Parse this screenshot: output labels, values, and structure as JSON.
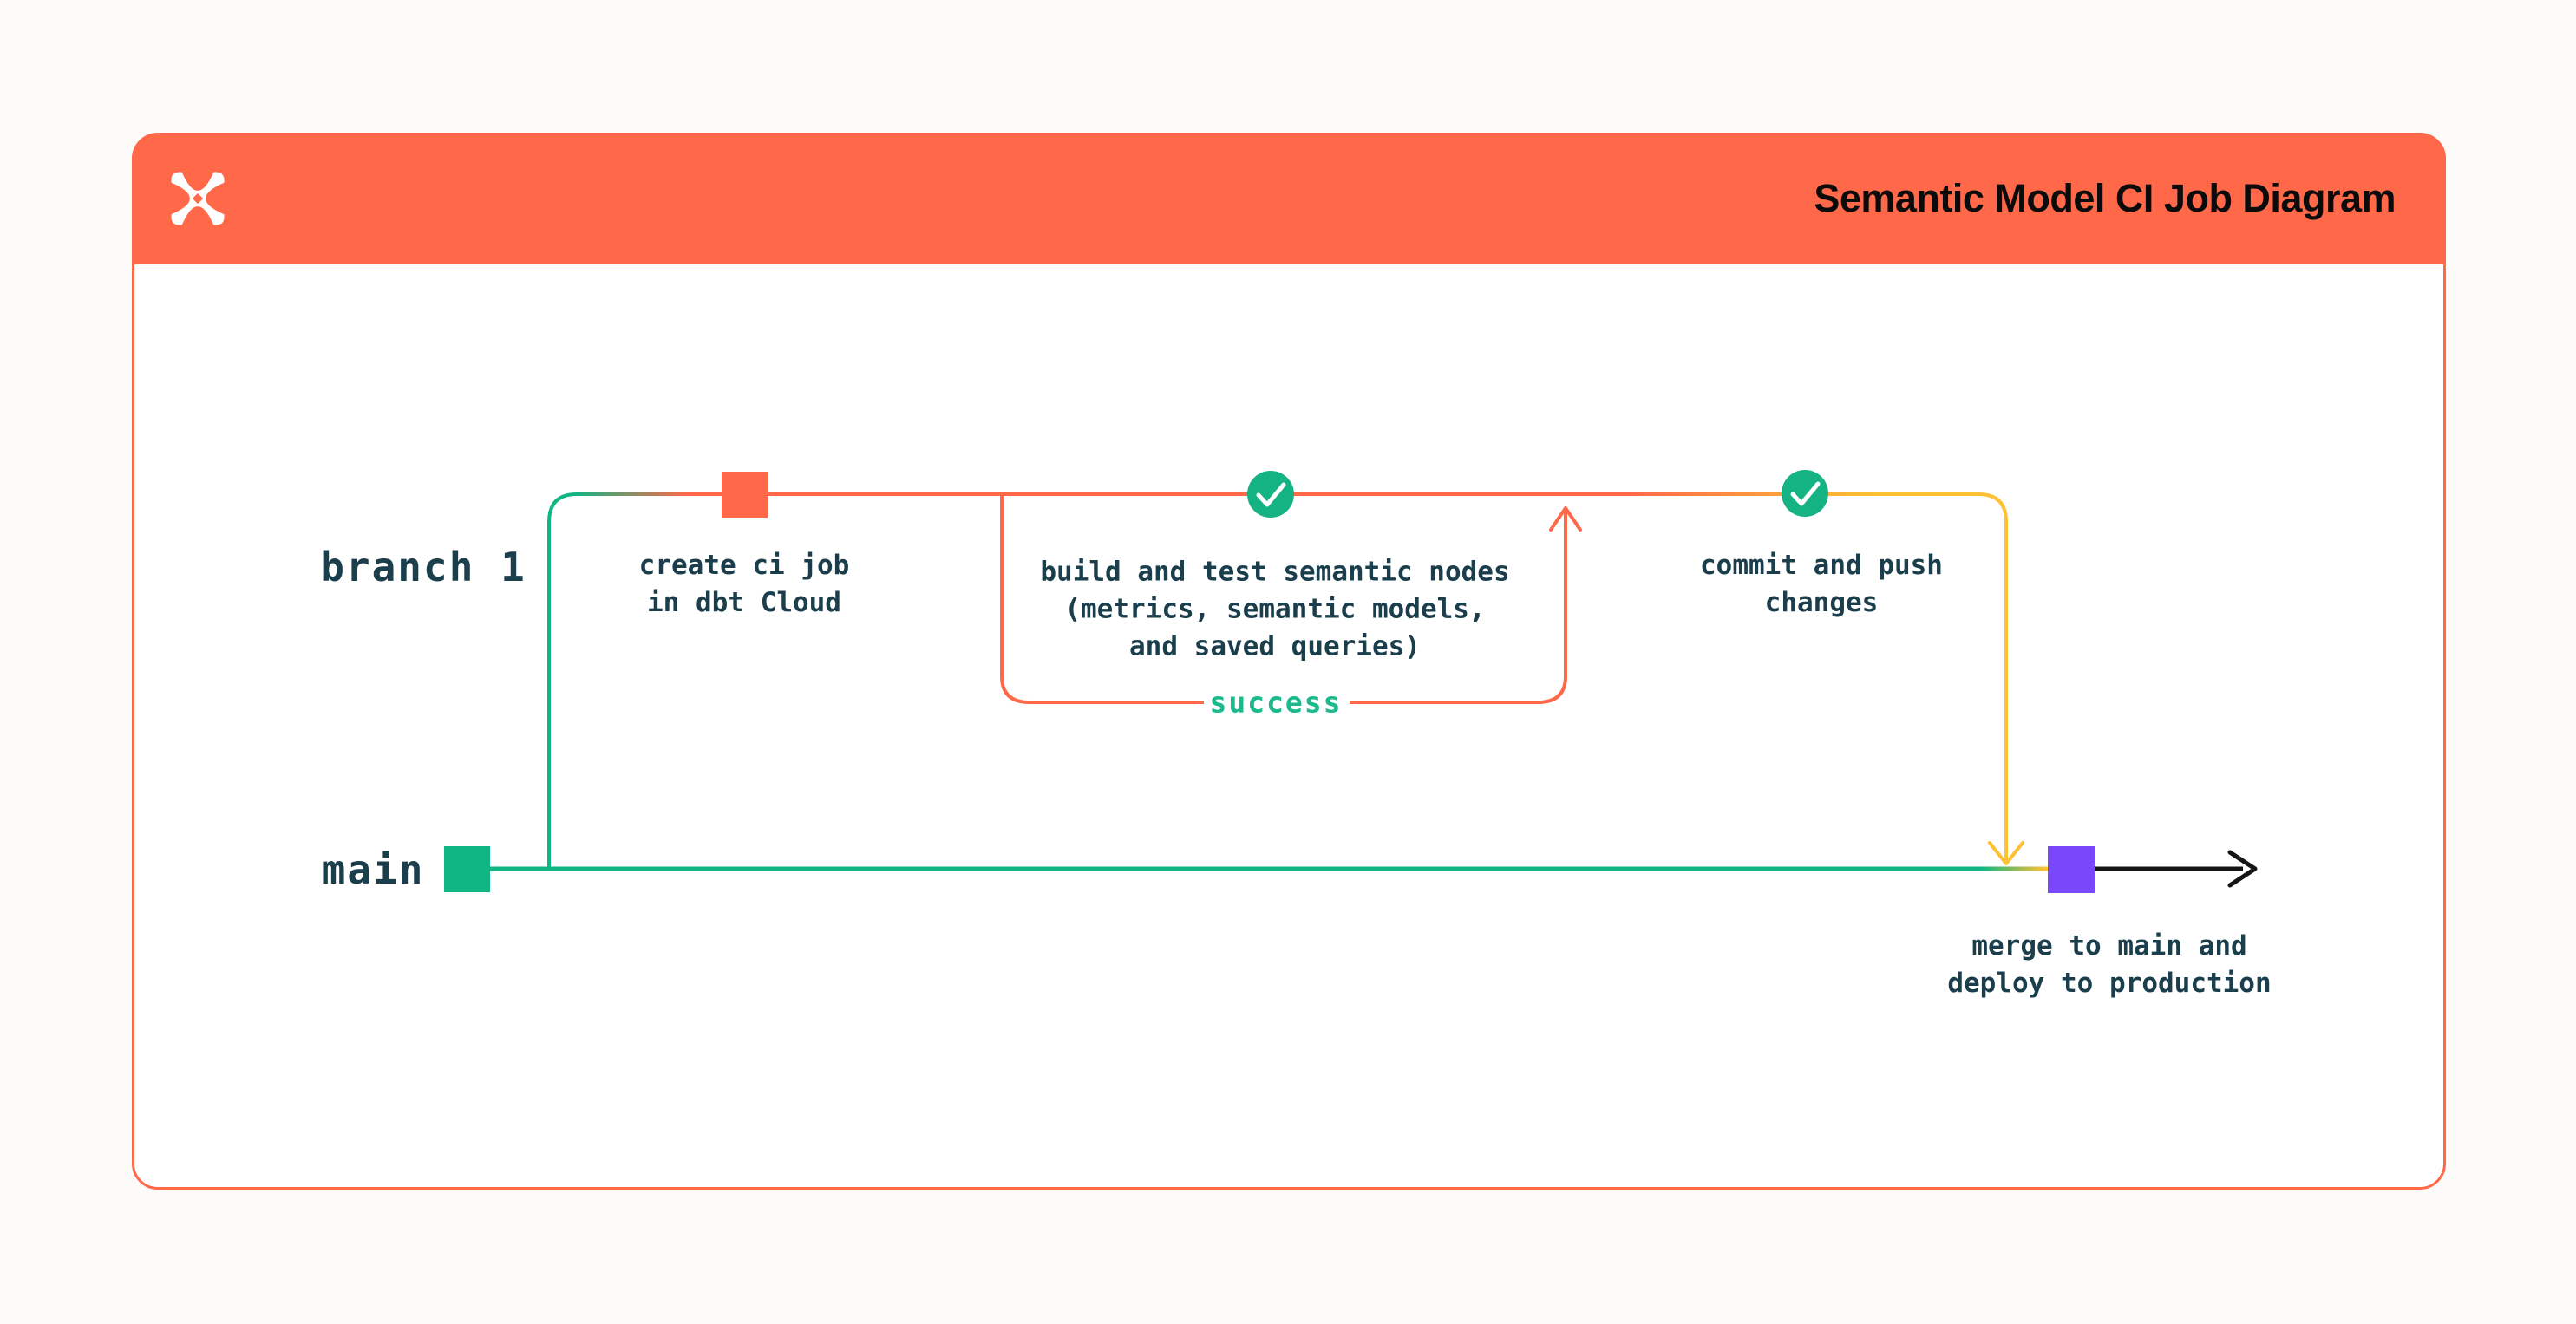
{
  "header": {
    "title": "Semantic Model CI Job Diagram",
    "logo_icon": "dbt-logo",
    "background": "#FF694A"
  },
  "lanes": {
    "branch_label": "branch 1",
    "main_label": "main"
  },
  "nodes": {
    "create_ci": {
      "type": "commit-square",
      "color": "#FF694A",
      "label": "create ci job\nin dbt Cloud"
    },
    "build_test": {
      "type": "check-circle",
      "color": "#15B283",
      "label": "build and test semantic nodes\n(metrics, semantic models,\nand saved queries)"
    },
    "commit_push": {
      "type": "check-circle",
      "color": "#15B283",
      "label": "commit and push\nchanges"
    },
    "merge": {
      "type": "commit-square",
      "color": "#7A48FB",
      "label": "merge to main and\ndeploy to production"
    }
  },
  "annotations": {
    "success": "success"
  },
  "colors": {
    "orange": "#FF694A",
    "branch_green": "#0FB583",
    "check_green": "#15B283",
    "yellow": "#FDC133",
    "purple": "#7A48FB",
    "ink": "#1A3E4C",
    "success_green": "#1CB98C",
    "arrow_black": "#151515",
    "page_bg": "#FCFBFA"
  }
}
